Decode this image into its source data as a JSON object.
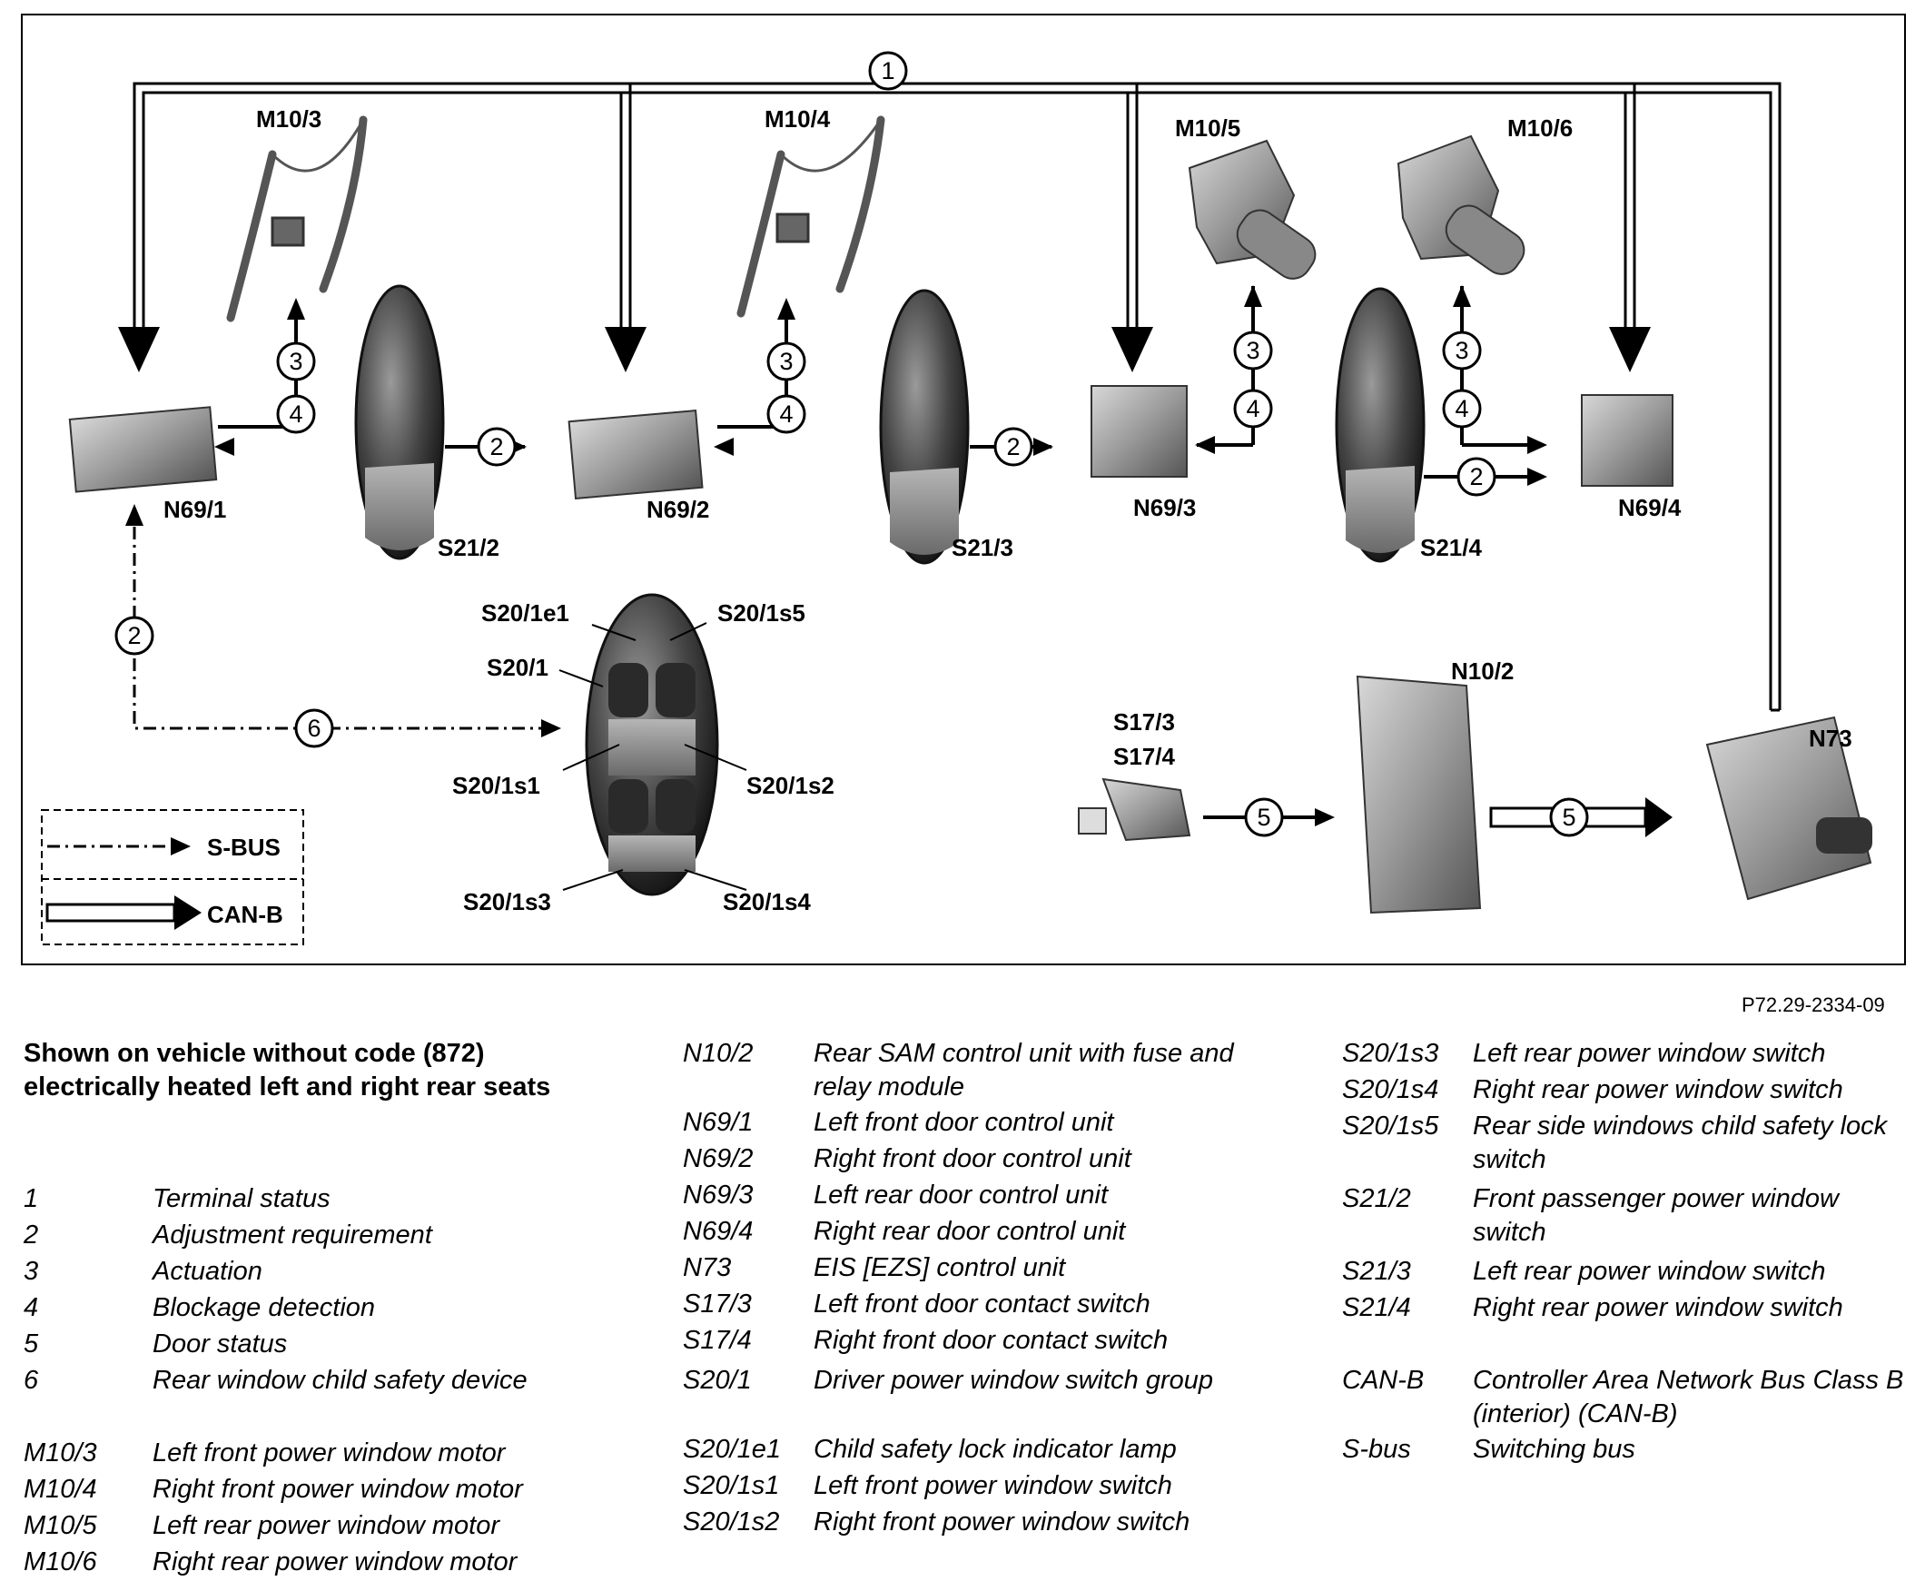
{
  "diagram": {
    "labels": {
      "m10_3": "M10/3",
      "m10_4": "M10/4",
      "m10_5": "M10/5",
      "m10_6": "M10/6",
      "n69_1": "N69/1",
      "n69_2": "N69/2",
      "n69_3": "N69/3",
      "n69_4": "N69/4",
      "s21_2": "S21/2",
      "s21_3": "S21/3",
      "s21_4": "S21/4",
      "s20_1e1": "S20/1e1",
      "s20_1s5": "S20/1s5",
      "s20_1": "S20/1",
      "s20_1s1": "S20/1s1",
      "s20_1s2": "S20/1s2",
      "s20_1s3": "S20/1s3",
      "s20_1s4": "S20/1s4",
      "s17_3": "S17/3",
      "s17_4": "S17/4",
      "n10_2": "N10/2",
      "n73": "N73"
    },
    "numbers": {
      "n1": "1",
      "n2": "2",
      "n3": "3",
      "n4": "4",
      "n5": "5",
      "n6": "6"
    },
    "legend": {
      "sbus": "S-BUS",
      "canb": "CAN-B"
    }
  },
  "figure_ref": "P72.29-2334-09",
  "heading": "Shown on vehicle without code (872) electrically heated left and right rear seats",
  "key_col1": [
    {
      "code": "1",
      "desc": "Terminal status"
    },
    {
      "code": "2",
      "desc": "Adjustment requirement"
    },
    {
      "code": "3",
      "desc": "Actuation"
    },
    {
      "code": "4",
      "desc": "Blockage detection"
    },
    {
      "code": "5",
      "desc": "Door status"
    },
    {
      "code": "6",
      "desc": "Rear window child safety device"
    },
    {
      "code": "M10/3",
      "desc": "Left front power window motor"
    },
    {
      "code": "M10/4",
      "desc": "Right front power window motor"
    },
    {
      "code": "M10/5",
      "desc": "Left rear power window motor"
    },
    {
      "code": "M10/6",
      "desc": "Right rear power window motor"
    }
  ],
  "key_col2": [
    {
      "code": "N10/2",
      "desc": "Rear SAM control unit with fuse and relay module"
    },
    {
      "code": "N69/1",
      "desc": "Left front door control unit"
    },
    {
      "code": "N69/2",
      "desc": "Right front door control unit"
    },
    {
      "code": "N69/3",
      "desc": "Left rear door control unit"
    },
    {
      "code": "N69/4",
      "desc": "Right rear door control unit"
    },
    {
      "code": "N73",
      "desc": "EIS [EZS] control unit"
    },
    {
      "code": "S17/3",
      "desc": "Left front door contact switch"
    },
    {
      "code": "S17/4",
      "desc": "Right front door contact switch"
    },
    {
      "code": "S20/1",
      "desc": "Driver power window switch group"
    },
    {
      "code": "S20/1e1",
      "desc": "Child safety lock indicator lamp"
    },
    {
      "code": "S20/1s1",
      "desc": "Left front power window switch"
    },
    {
      "code": "S20/1s2",
      "desc": "Right front power window switch"
    }
  ],
  "key_col3": [
    {
      "code": "S20/1s3",
      "desc": "Left rear power window switch"
    },
    {
      "code": "S20/1s4",
      "desc": "Right rear power window switch"
    },
    {
      "code": "S20/1s5",
      "desc": "Rear side windows child safety lock switch"
    },
    {
      "code": "S21/2",
      "desc": "Front passenger power window switch"
    },
    {
      "code": "S21/3",
      "desc": "Left rear power window switch"
    },
    {
      "code": "S21/4",
      "desc": "Right rear power window switch"
    },
    {
      "code": "CAN-B",
      "desc": "Controller Area Network Bus Class B (interior) (CAN-B)"
    },
    {
      "code": "S-bus",
      "desc": "Switching bus"
    }
  ]
}
